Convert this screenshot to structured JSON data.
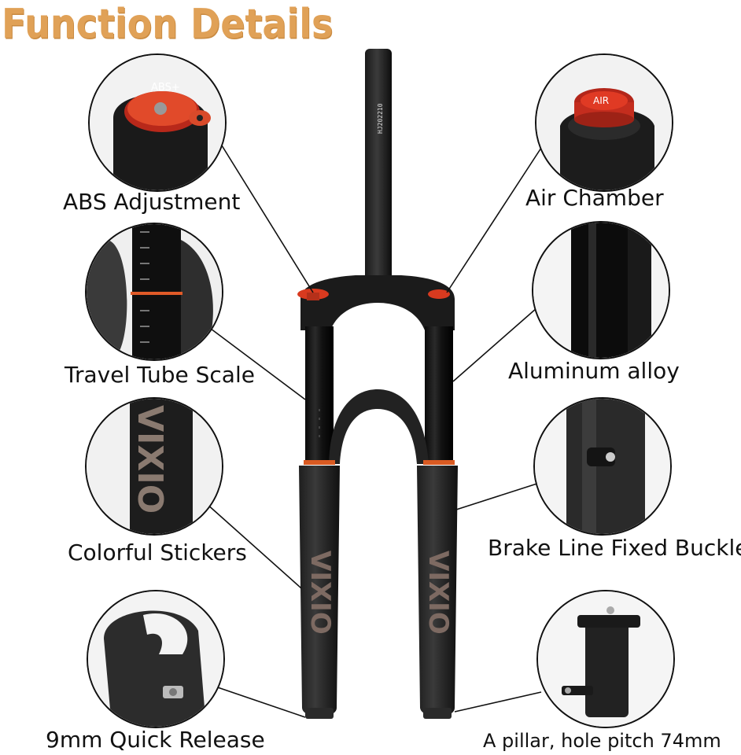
{
  "title": "Function Details",
  "labels": {
    "abs": "ABS Adjustment",
    "air": "Air Chamber",
    "travel": "Travel Tube Scale",
    "aluminum": "Aluminum alloy",
    "stickers": "Colorful Stickers",
    "buckle": "Brake Line Fixed Buckle",
    "quick": "9mm Quick Release",
    "pillar": "A pillar, hole pitch 74mm"
  },
  "insets": {
    "abs_knob_text": "ABS+",
    "air_cap_text": "AIR",
    "steerer_code": "HJ202210",
    "brand_text": "VIXIO"
  },
  "colors": {
    "title": "#e0a157",
    "accent_red": "#d93a1f",
    "fork_black": "#141414"
  }
}
